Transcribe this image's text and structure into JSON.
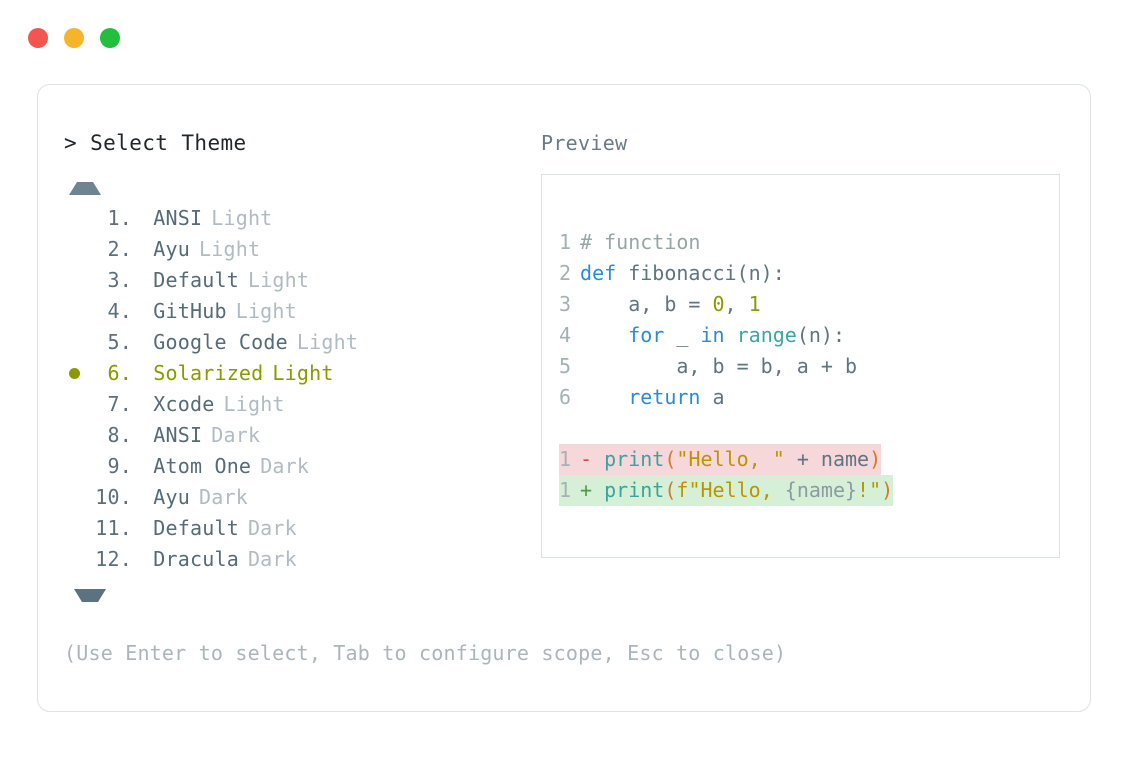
{
  "window": {
    "traffic_lights": [
      {
        "name": "close",
        "color": "#f4554f"
      },
      {
        "name": "minimize",
        "color": "#f6b42a"
      },
      {
        "name": "maximize",
        "color": "#21bf3d"
      }
    ]
  },
  "selector": {
    "prompt": "> Select Theme",
    "scroll_up_icon": "triangle-up",
    "scroll_down_icon": "triangle-down",
    "selected_index": 6,
    "items": [
      {
        "index": "1.",
        "name": "ANSI",
        "variant": "Light",
        "selected": false
      },
      {
        "index": "2.",
        "name": "Ayu",
        "variant": "Light",
        "selected": false
      },
      {
        "index": "3.",
        "name": "Default",
        "variant": "Light",
        "selected": false
      },
      {
        "index": "4.",
        "name": "GitHub",
        "variant": "Light",
        "selected": false
      },
      {
        "index": "5.",
        "name": "Google Code",
        "variant": "Light",
        "selected": false
      },
      {
        "index": "6.",
        "name": "Solarized",
        "variant": "Light",
        "selected": true
      },
      {
        "index": "7.",
        "name": "Xcode",
        "variant": "Light",
        "selected": false
      },
      {
        "index": "8.",
        "name": "ANSI",
        "variant": "Dark",
        "selected": false
      },
      {
        "index": "9.",
        "name": "Atom One",
        "variant": "Dark",
        "selected": false
      },
      {
        "index": "10.",
        "name": "Ayu",
        "variant": "Dark",
        "selected": false
      },
      {
        "index": "11.",
        "name": "Default",
        "variant": "Dark",
        "selected": false
      },
      {
        "index": "12.",
        "name": "Dracula",
        "variant": "Dark",
        "selected": false
      }
    ]
  },
  "preview": {
    "label": "Preview",
    "code_lines": [
      {
        "num": "1",
        "tokens": [
          {
            "t": "# function",
            "c": "comment"
          }
        ]
      },
      {
        "num": "2",
        "tokens": [
          {
            "t": "def",
            "c": "kw"
          },
          {
            "t": " fibonacci(n):",
            "c": "plain"
          }
        ]
      },
      {
        "num": "3",
        "tokens": [
          {
            "t": "    a, b = ",
            "c": "plain"
          },
          {
            "t": "0",
            "c": "num"
          },
          {
            "t": ", ",
            "c": "plain"
          },
          {
            "t": "1",
            "c": "num"
          }
        ]
      },
      {
        "num": "4",
        "tokens": [
          {
            "t": "    ",
            "c": "plain"
          },
          {
            "t": "for",
            "c": "kw"
          },
          {
            "t": " _ ",
            "c": "plain"
          },
          {
            "t": "in",
            "c": "kw"
          },
          {
            "t": " ",
            "c": "plain"
          },
          {
            "t": "range",
            "c": "builtin"
          },
          {
            "t": "(n):",
            "c": "plain"
          }
        ]
      },
      {
        "num": "5",
        "tokens": [
          {
            "t": "        a, b = b, a + b",
            "c": "plain"
          }
        ]
      },
      {
        "num": "6",
        "tokens": [
          {
            "t": "    ",
            "c": "plain"
          },
          {
            "t": "return",
            "c": "kw"
          },
          {
            "t": " a",
            "c": "plain"
          }
        ]
      }
    ],
    "diff_lines": [
      {
        "num": "1",
        "sign": "-",
        "kind": "del",
        "tokens": [
          {
            "t": "print",
            "c": "fn"
          },
          {
            "t": "(",
            "c": "punct"
          },
          {
            "t": "\"Hello, \"",
            "c": "str"
          },
          {
            "t": " + name",
            "c": "plain"
          },
          {
            "t": ")",
            "c": "punct"
          }
        ]
      },
      {
        "num": "1",
        "sign": "+",
        "kind": "add",
        "tokens": [
          {
            "t": "print",
            "c": "fn"
          },
          {
            "t": "(",
            "c": "punct"
          },
          {
            "t": "f\"Hello, ",
            "c": "str"
          },
          {
            "t": "{name}",
            "c": "brace"
          },
          {
            "t": "!\"",
            "c": "str"
          },
          {
            "t": ")",
            "c": "punct"
          }
        ]
      }
    ]
  },
  "footer": {
    "hint": "(Use Enter to select, Tab to configure scope, Esc to close)"
  },
  "colors": {
    "selected": "#8a9a00",
    "diff_del_bg": "#f6d7da",
    "diff_add_bg": "#d6f0d8",
    "border": "#dfe3e6"
  }
}
